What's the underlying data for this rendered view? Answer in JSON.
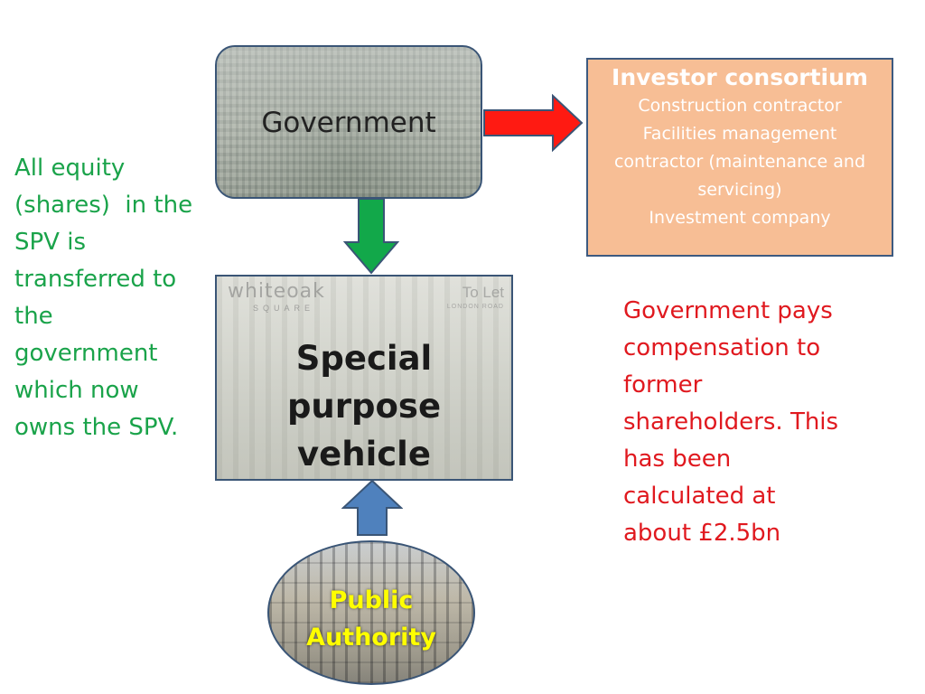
{
  "government": {
    "label": "Government"
  },
  "investor": {
    "title": "Investor consortium",
    "lines": [
      "Construction contractor",
      "Facilities management",
      "contractor (maintenance and",
      "servicing)",
      "Investment company"
    ]
  },
  "spv": {
    "label_line1": "Special purpose",
    "label_line2": "vehicle",
    "photo_logo": "whiteoak",
    "photo_logo_sub": "SQUARE",
    "photo_sign": "To Let",
    "photo_sign_sub": "LONDON ROAD"
  },
  "public_authority": {
    "line1": "Public",
    "line2": "Authority"
  },
  "left_note": {
    "lines": [
      "All equity",
      "(shares)  in the",
      "SPV is",
      "transferred to",
      "the",
      "government",
      "which now",
      "owns the SPV."
    ]
  },
  "right_note": {
    "lines": [
      "Government pays",
      "compensation to",
      "former",
      "shareholders. This",
      "has been",
      "calculated at",
      "about £2.5bn"
    ]
  },
  "colors": {
    "arrow_red": "#ff1a12",
    "arrow_green": "#12a84a",
    "arrow_blue": "#4f81bd",
    "investor_fill": "#f7be95",
    "left_note_text": "#1aa34a",
    "right_note_text": "#e0191f",
    "public_authority_text": "#ffff00"
  }
}
